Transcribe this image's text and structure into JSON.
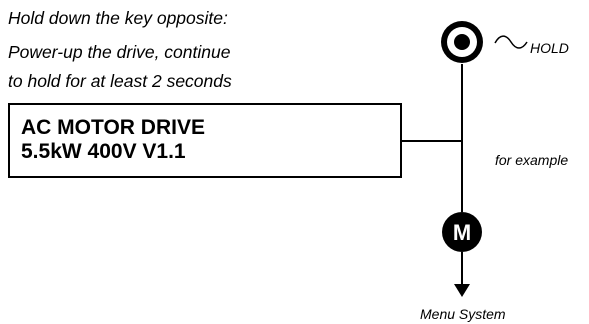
{
  "instructions": {
    "line1": "Hold down the key opposite:",
    "line2": "Power-up the drive, continue",
    "line3": "to hold for at least 2 seconds"
  },
  "display": {
    "line1": "AC MOTOR DRIVE",
    "line2": "5.5kW 400V V1.1"
  },
  "keys": {
    "hold_label": "HOLD",
    "m_key_letter": "M"
  },
  "labels": {
    "example": "for example",
    "menu_system": "Menu System"
  }
}
